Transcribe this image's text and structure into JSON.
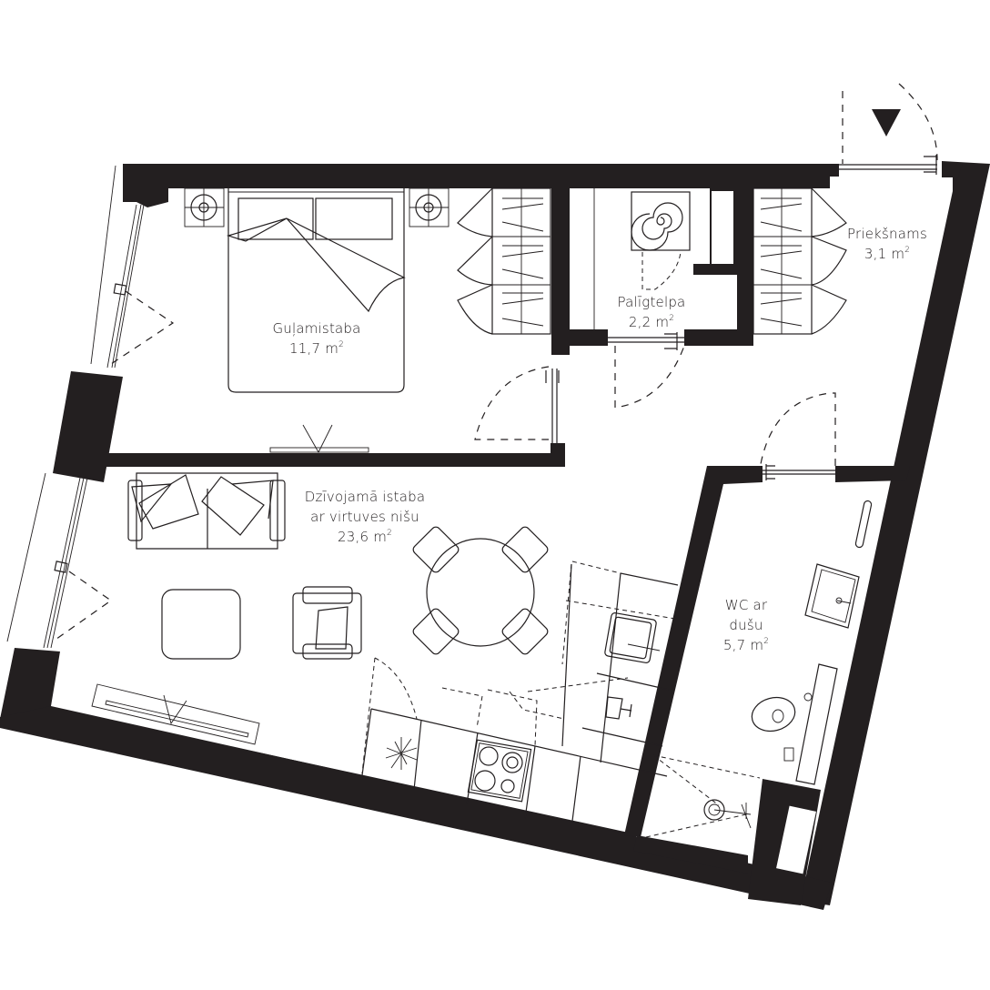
{
  "plan": {
    "wall_color": "#231f20",
    "background": "#ffffff",
    "entrance_marker": "triangle-down-icon"
  },
  "rooms": [
    {
      "id": "bedroom",
      "name": "Guļamistaba",
      "area": "11,7",
      "unit": "m",
      "unit_sup": "2"
    },
    {
      "id": "utility",
      "name": "Palīgtelpa",
      "area": "2,2",
      "unit": "m",
      "unit_sup": "2"
    },
    {
      "id": "hallway",
      "name": "Priekšnams",
      "area": "3,1",
      "unit": "m",
      "unit_sup": "2"
    },
    {
      "id": "living",
      "name_line1": "Dzīvojamā istaba",
      "name_line2": "ar virtuves nišu",
      "area": "23,6",
      "unit": "m",
      "unit_sup": "2"
    },
    {
      "id": "bathroom",
      "name_line1": "WC ar",
      "name_line2": "dušu",
      "area": "5,7",
      "unit": "m",
      "unit_sup": "2"
    }
  ]
}
